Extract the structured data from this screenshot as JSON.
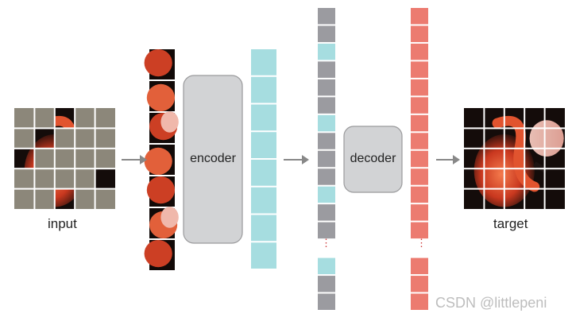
{
  "diagram": {
    "input_label": "input",
    "target_label": "target",
    "encoder_label": "encoder",
    "decoder_label": "decoder",
    "ellipsis": "⋮",
    "watermark": "CSDN @littlepeni",
    "input_grid": {
      "rows": 5,
      "cols": 5,
      "visible_cells": [
        [
          0,
          2
        ],
        [
          1,
          1
        ],
        [
          2,
          0
        ],
        [
          3,
          4
        ],
        [
          4,
          2
        ]
      ]
    },
    "visible_patch_count": 7,
    "encoder_token_count": 8,
    "decoder_sequence": [
      "gray",
      "gray",
      "cyan",
      "gray",
      "gray",
      "gray",
      "cyan",
      "gray",
      "gray",
      "gray",
      "cyan",
      "gray",
      "gray",
      "ellipsis",
      "cyan",
      "gray",
      "gray"
    ],
    "target_token_count": 17,
    "colors": {
      "mask": "#8c877a",
      "token_visible": "#a6dde0",
      "token_mask": "#9b9ba0",
      "token_target": "#ec7b70",
      "box_fill": "#d2d3d5",
      "box_stroke": "#9a9a9c",
      "arrow": "#888888"
    },
    "icons": [
      "arrow-right-icon"
    ]
  }
}
